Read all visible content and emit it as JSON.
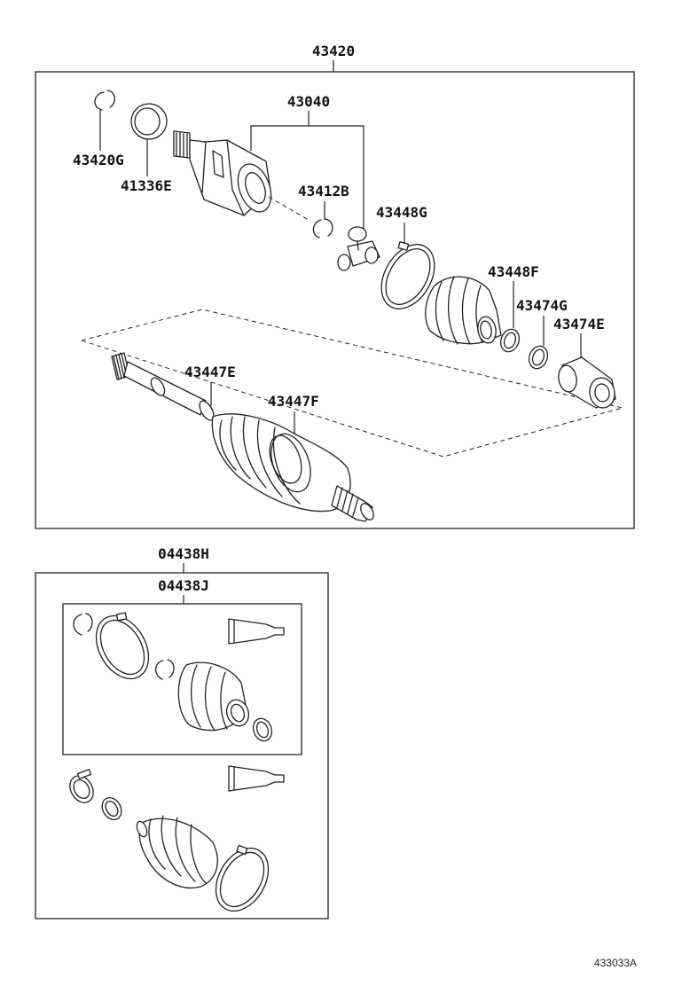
{
  "assembly": {
    "main_label": "43420",
    "kit_outer_label": "04438H",
    "kit_inner_label": "04438J"
  },
  "parts": [
    {
      "id": "p43040",
      "label": "43040"
    },
    {
      "id": "p43420G",
      "label": "43420G"
    },
    {
      "id": "p41336E",
      "label": "41336E"
    },
    {
      "id": "p43412B",
      "label": "43412B"
    },
    {
      "id": "p43448G",
      "label": "43448G"
    },
    {
      "id": "p43448F",
      "label": "43448F"
    },
    {
      "id": "p43474G",
      "label": "43474G"
    },
    {
      "id": "p43474E",
      "label": "43474E"
    },
    {
      "id": "p43447E",
      "label": "43447E"
    },
    {
      "id": "p43447F",
      "label": "43447F"
    }
  ],
  "diagram_ref": "433033A"
}
